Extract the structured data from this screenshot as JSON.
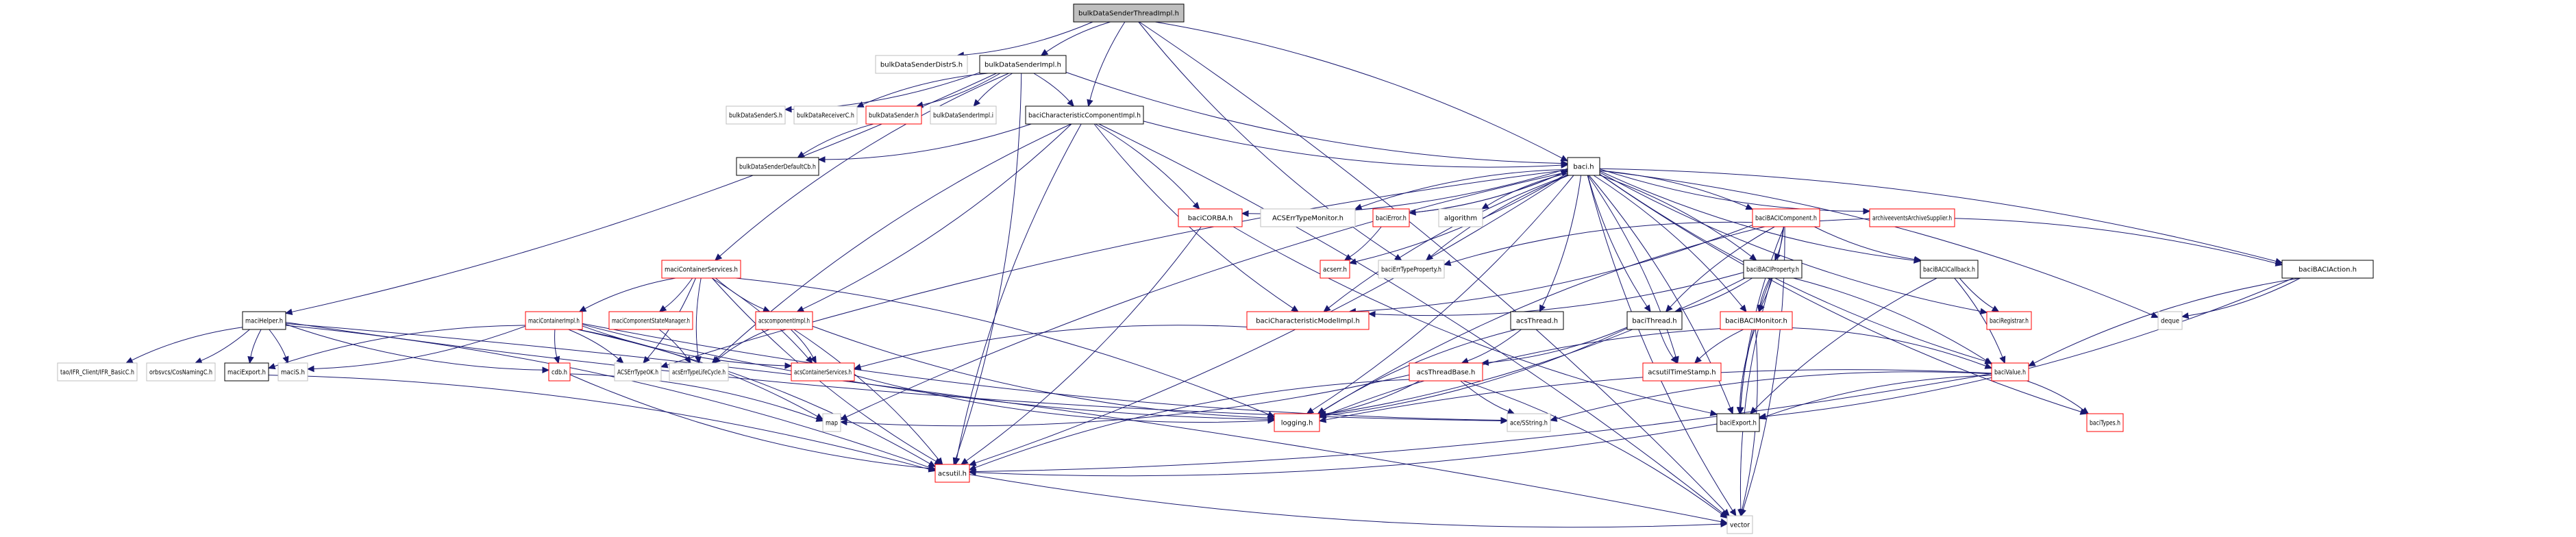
{
  "title": "bulkDataSenderThreadImpl.h",
  "colors": {
    "edge": "#191970",
    "root_fill": "#bfbfbf",
    "documented_border": "#000000",
    "undocumented_border": "#bfbfbf",
    "truncated_border": "#ff0000"
  },
  "nodes": [
    {
      "id": "root",
      "label": "bulkDataSenderThreadImpl.h",
      "kind": "root"
    },
    {
      "id": "distrS",
      "label": "bulkDataSenderDistrS.h",
      "kind": "external"
    },
    {
      "id": "senderImpl",
      "label": "bulkDataSenderImpl.h",
      "kind": "documented"
    },
    {
      "id": "senderS",
      "label": "bulkDataSenderS.h",
      "kind": "external"
    },
    {
      "id": "receiverC",
      "label": "bulkDataReceiverC.h",
      "kind": "external"
    },
    {
      "id": "sender",
      "label": "bulkDataSender.h",
      "kind": "truncated"
    },
    {
      "id": "senderImplI",
      "label": "bulkDataSenderImpl.i",
      "kind": "external"
    },
    {
      "id": "baciCCI",
      "label": "baciCharacteristicComponentImpl.h",
      "kind": "documented"
    },
    {
      "id": "defaultCb",
      "label": "bulkDataSenderDefaultCb.h",
      "kind": "documented"
    },
    {
      "id": "baci",
      "label": "baci.h",
      "kind": "documented"
    },
    {
      "id": "baciCORBA",
      "label": "baciCORBA.h",
      "kind": "truncated"
    },
    {
      "id": "acsErrTypeMonitor",
      "label": "ACSErrTypeMonitor.h",
      "kind": "external"
    },
    {
      "id": "baciError",
      "label": "baciError.h",
      "kind": "truncated"
    },
    {
      "id": "algorithm",
      "label": "algorithm",
      "kind": "external"
    },
    {
      "id": "baciBACIComponent",
      "label": "baciBACIComponent.h",
      "kind": "truncated"
    },
    {
      "id": "archiveSupplier",
      "label": "archiveeventsArchiveSupplier.h",
      "kind": "truncated"
    },
    {
      "id": "acserr",
      "label": "acserr.h",
      "kind": "truncated"
    },
    {
      "id": "baciErrTypeProperty",
      "label": "baciErrTypeProperty.h",
      "kind": "external"
    },
    {
      "id": "baciBACIProperty",
      "label": "baciBACIProperty.h",
      "kind": "documented"
    },
    {
      "id": "baciBACICallback",
      "label": "baciBACICallback.h",
      "kind": "documented"
    },
    {
      "id": "baciBACIAction",
      "label": "baciBACIAction.h",
      "kind": "documented"
    },
    {
      "id": "maciContainerServices",
      "label": "maciContainerServices.h",
      "kind": "truncated"
    },
    {
      "id": "maciHelper",
      "label": "maciHelper.h",
      "kind": "documented"
    },
    {
      "id": "maciContainerImpl",
      "label": "maciContainerImpl.h",
      "kind": "truncated"
    },
    {
      "id": "maciCSM",
      "label": "maciComponentStateManager.h",
      "kind": "truncated"
    },
    {
      "id": "acscomponentImpl",
      "label": "acscomponentImpl.h",
      "kind": "truncated"
    },
    {
      "id": "baciCMI",
      "label": "baciCharacteristicModelImpl.h",
      "kind": "truncated"
    },
    {
      "id": "acsThread",
      "label": "acsThread.h",
      "kind": "documented"
    },
    {
      "id": "baciThread",
      "label": "baciThread.h",
      "kind": "documented"
    },
    {
      "id": "baciBACIMonitor",
      "label": "baciBACIMonitor.h",
      "kind": "truncated"
    },
    {
      "id": "baciRegistrar",
      "label": "baciRegistrar.h",
      "kind": "truncated"
    },
    {
      "id": "deque",
      "label": "deque",
      "kind": "external"
    },
    {
      "id": "ifrBasicC",
      "label": "tao/IFR_Client/IFR_BasicC.h",
      "kind": "external"
    },
    {
      "id": "cosNamingC",
      "label": "orbsvcs/CosNamingC.h",
      "kind": "external"
    },
    {
      "id": "maciExport",
      "label": "maciExport.h",
      "kind": "documented"
    },
    {
      "id": "maciS",
      "label": "maciS.h",
      "kind": "external"
    },
    {
      "id": "cdb",
      "label": "cdb.h",
      "kind": "truncated"
    },
    {
      "id": "acsErrTypeOK",
      "label": "ACSErrTypeOK.h",
      "kind": "external"
    },
    {
      "id": "acsErrTypeLifeCycle",
      "label": "acsErrTypeLifeCycle.h",
      "kind": "external"
    },
    {
      "id": "acsContainerServices",
      "label": "acsContainerServices.h",
      "kind": "truncated"
    },
    {
      "id": "acsThreadBase",
      "label": "acsThreadBase.h",
      "kind": "truncated"
    },
    {
      "id": "acsutilTimeStamp",
      "label": "acsutilTimeStamp.h",
      "kind": "truncated"
    },
    {
      "id": "baciValue",
      "label": "baciValue.h",
      "kind": "truncated"
    },
    {
      "id": "map",
      "label": "map",
      "kind": "external"
    },
    {
      "id": "logging",
      "label": "logging.h",
      "kind": "truncated"
    },
    {
      "id": "aceSString",
      "label": "ace/SString.h",
      "kind": "external"
    },
    {
      "id": "baciExport",
      "label": "baciExport.h",
      "kind": "documented"
    },
    {
      "id": "baciTypes",
      "label": "baciTypes.h",
      "kind": "truncated"
    },
    {
      "id": "acsutil",
      "label": "acsutil.h",
      "kind": "truncated"
    },
    {
      "id": "vector",
      "label": "vector",
      "kind": "external"
    }
  ],
  "edges": [
    [
      "root",
      "distrS"
    ],
    [
      "root",
      "senderImpl"
    ],
    [
      "root",
      "baci"
    ],
    [
      "root",
      "baciCCI"
    ],
    [
      "root",
      "vector"
    ],
    [
      "root",
      "baciErrTypeProperty"
    ],
    [
      "senderImpl",
      "senderS"
    ],
    [
      "senderImpl",
      "receiverC"
    ],
    [
      "senderImpl",
      "sender"
    ],
    [
      "senderImpl",
      "senderImplI"
    ],
    [
      "senderImpl",
      "baciCCI"
    ],
    [
      "senderImpl",
      "maciContainerServices"
    ],
    [
      "senderImpl",
      "maciHelper"
    ],
    [
      "senderImpl",
      "baci"
    ],
    [
      "senderImpl",
      "acsutil"
    ],
    [
      "sender",
      "defaultCb"
    ],
    [
      "baciCCI",
      "defaultCb"
    ],
    [
      "baciCCI",
      "baci"
    ],
    [
      "baciCCI",
      "baciCORBA"
    ],
    [
      "baciCCI",
      "baciCMI"
    ],
    [
      "baciCCI",
      "acscomponentImpl"
    ],
    [
      "baciCCI",
      "acsutil"
    ],
    [
      "baciCCI",
      "vector"
    ],
    [
      "baciCCI",
      "acsErrTypeLifeCycle"
    ],
    [
      "baci",
      "baciCORBA"
    ],
    [
      "baci",
      "acsErrTypeMonitor"
    ],
    [
      "baci",
      "baciError"
    ],
    [
      "baci",
      "algorithm"
    ],
    [
      "baci",
      "baciBACIComponent"
    ],
    [
      "baci",
      "archiveSupplier"
    ],
    [
      "baci",
      "acserr"
    ],
    [
      "baci",
      "baciErrTypeProperty"
    ],
    [
      "baci",
      "baciBACIProperty"
    ],
    [
      "baci",
      "baciBACICallback"
    ],
    [
      "baci",
      "baciBACIAction"
    ],
    [
      "baci",
      "baciCMI"
    ],
    [
      "baci",
      "acsThread"
    ],
    [
      "baci",
      "baciThread"
    ],
    [
      "baci",
      "baciBACIMonitor"
    ],
    [
      "baci",
      "baciRegistrar"
    ],
    [
      "baci",
      "deque"
    ],
    [
      "baci",
      "baciValue"
    ],
    [
      "baci",
      "logging"
    ],
    [
      "baci",
      "map"
    ],
    [
      "baci",
      "baciExport"
    ],
    [
      "baci",
      "baciTypes"
    ],
    [
      "baci",
      "acsutil"
    ],
    [
      "baci",
      "vector"
    ],
    [
      "baci",
      "acsutilTimeStamp"
    ],
    [
      "baci",
      "acsErrTypeOK"
    ],
    [
      "baciError",
      "acserr"
    ],
    [
      "baciError",
      "baci"
    ],
    [
      "baciCORBA",
      "acsutil"
    ],
    [
      "baciCORBA",
      "baciExport"
    ],
    [
      "baciBACIComponent",
      "baciBACIProperty"
    ],
    [
      "baciBACIComponent",
      "baciBACICallback"
    ],
    [
      "baciBACIComponent",
      "baciBACIAction"
    ],
    [
      "baciBACIComponent",
      "baciErrTypeProperty"
    ],
    [
      "baciBACIComponent",
      "baciCMI"
    ],
    [
      "baciBACIComponent",
      "baciThread"
    ],
    [
      "baciBACIComponent",
      "baciBACIMonitor"
    ],
    [
      "baciBACIComponent",
      "baciExport"
    ],
    [
      "baciBACIComponent",
      "vector"
    ],
    [
      "baciBACIComponent",
      "logging"
    ],
    [
      "baciBACIProperty",
      "baciCMI"
    ],
    [
      "baciBACIProperty",
      "baciBACIMonitor"
    ],
    [
      "baciBACIProperty",
      "baciValue"
    ],
    [
      "baciBACIProperty",
      "baciExport"
    ],
    [
      "baciBACIProperty",
      "logging"
    ],
    [
      "baciBACIProperty",
      "vector"
    ],
    [
      "baciBACIProperty",
      "baciThread"
    ],
    [
      "baciBACICallback",
      "baciRegistrar"
    ],
    [
      "baciBACICallback",
      "baciValue"
    ],
    [
      "baciBACICallback",
      "baciExport"
    ],
    [
      "baciBACIAction",
      "deque"
    ],
    [
      "baciBACIAction",
      "baciValue"
    ],
    [
      "baciBACIAction",
      "baciExport"
    ],
    [
      "maciContainerServices",
      "maciContainerImpl"
    ],
    [
      "maciContainerServices",
      "maciCSM"
    ],
    [
      "maciContainerServices",
      "acscomponentImpl"
    ],
    [
      "maciContainerServices",
      "acsContainerServices"
    ],
    [
      "maciContainerServices",
      "acsErrTypeLifeCycle"
    ],
    [
      "maciContainerServices",
      "logging"
    ],
    [
      "maciContainerServices",
      "acsutil"
    ],
    [
      "maciContainerServices",
      "acsErrTypeOK"
    ],
    [
      "maciHelper",
      "ifrBasicC"
    ],
    [
      "maciHelper",
      "cosNamingC"
    ],
    [
      "maciHelper",
      "maciExport"
    ],
    [
      "maciHelper",
      "maciS"
    ],
    [
      "maciHelper",
      "cdb"
    ],
    [
      "maciHelper",
      "acsutil"
    ],
    [
      "maciHelper",
      "aceSString"
    ],
    [
      "maciHelper",
      "vector"
    ],
    [
      "maciContainerImpl",
      "maciExport"
    ],
    [
      "maciContainerImpl",
      "maciS"
    ],
    [
      "maciContainerImpl",
      "cdb"
    ],
    [
      "maciContainerImpl",
      "acsErrTypeOK"
    ],
    [
      "maciContainerImpl",
      "acsContainerServices"
    ],
    [
      "maciContainerImpl",
      "map"
    ],
    [
      "maciContainerImpl",
      "logging"
    ],
    [
      "maciContainerImpl",
      "acsutil"
    ],
    [
      "maciContainerImpl",
      "aceSString"
    ],
    [
      "maciCSM",
      "acsErrTypeLifeCycle"
    ],
    [
      "acscomponentImpl",
      "acsErrTypeLifeCycle"
    ],
    [
      "acscomponentImpl",
      "acsContainerServices"
    ],
    [
      "acscomponentImpl",
      "logging"
    ],
    [
      "acscomponentImpl",
      "acsutil"
    ],
    [
      "baciCMI",
      "acsContainerServices"
    ],
    [
      "acsThread",
      "acsThreadBase"
    ],
    [
      "acsThread",
      "logging"
    ],
    [
      "baciThread",
      "acsThreadBase"
    ],
    [
      "baciThread",
      "acsutilTimeStamp"
    ],
    [
      "baciThread",
      "logging"
    ],
    [
      "baciBACIMonitor",
      "acsutilTimeStamp"
    ],
    [
      "baciBACIMonitor",
      "baciValue"
    ],
    [
      "baciBACIMonitor",
      "baciExport"
    ],
    [
      "baciBACIMonitor",
      "vector"
    ],
    [
      "baciBACIMonitor",
      "logging"
    ],
    [
      "maciExport",
      "acsutil"
    ],
    [
      "cdb",
      "acsutil"
    ],
    [
      "cdb",
      "map"
    ],
    [
      "acsContainerServices",
      "logging"
    ],
    [
      "acsThreadBase",
      "logging"
    ],
    [
      "acsThreadBase",
      "aceSString"
    ],
    [
      "acsThreadBase",
      "map"
    ],
    [
      "acsThreadBase",
      "acsutil"
    ],
    [
      "acsThreadBase",
      "vector"
    ],
    [
      "baciValue",
      "baciExport"
    ],
    [
      "baciValue",
      "baciTypes"
    ],
    [
      "baciValue",
      "aceSString"
    ],
    [
      "baciValue",
      "acsutil"
    ],
    [
      "baciValue",
      "logging"
    ],
    [
      "baciExport",
      "acsutil"
    ],
    [
      "acsutil",
      "vector"
    ]
  ]
}
